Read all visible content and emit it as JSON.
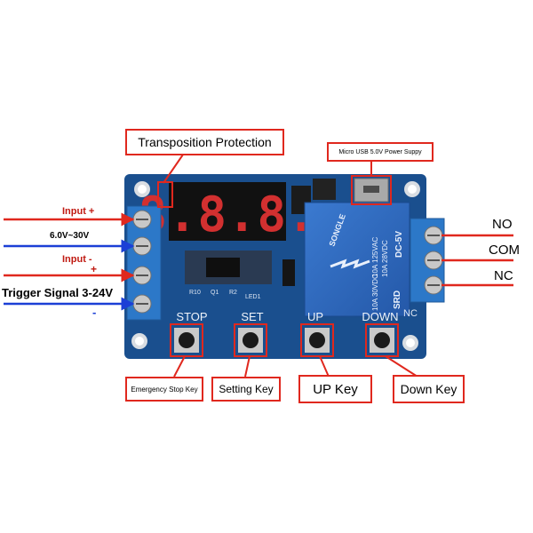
{
  "callouts": {
    "transposition": "Transposition Protection",
    "usb": "Micro USB 5.0V Power Suppy",
    "emergency": "Emergency Stop Key",
    "setting": "Setting Key",
    "up": "UP Key",
    "down": "Down Key"
  },
  "left_labels": {
    "input_plus": "Input +",
    "voltage": "6.0V~30V",
    "input_minus": "Input -",
    "plus_sign": "+",
    "trigger": "Trigger Signal 3-24V",
    "minus_sign": "-"
  },
  "right_labels": {
    "no": "NO",
    "com": "COM",
    "nc": "NC"
  },
  "board": {
    "display_digits": "8.8.8.",
    "button_labels": [
      "STOP",
      "SET",
      "UP",
      "DOWN"
    ],
    "silk": {
      "r10": "R10",
      "q1": "Q1",
      "r2": "R2",
      "led1": "LED1",
      "nc_mark": "NC"
    },
    "relay_brand": "SONGLE",
    "relay_text": [
      "10A 125VAC",
      "10A 28VDC",
      "10A 30VDC",
      "DC-5V",
      "SRD"
    ]
  },
  "colors": {
    "board": "#1a4f8e",
    "arrow_red": "#e0281e",
    "arrow_blue": "#1b3fd6",
    "terminal": "#2c78c8",
    "relay": "#2f6cc2"
  }
}
